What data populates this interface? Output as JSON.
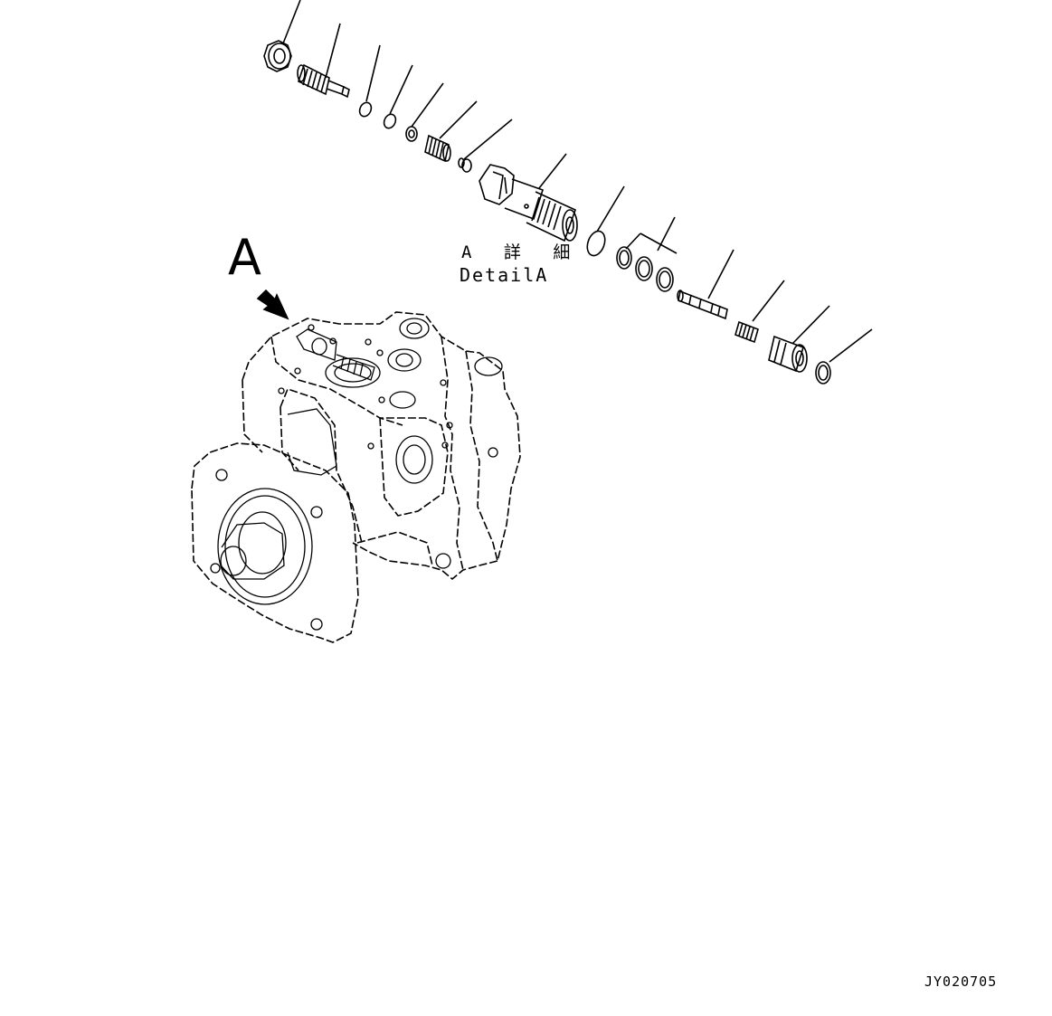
{
  "view_marker": "A",
  "detail_label_jp": "A 詳 細",
  "detail_label_en": "DetailA",
  "figure_code": "JY020705",
  "colors": {
    "line": "#000000",
    "background": "#ffffff"
  },
  "parts": [
    "nut",
    "adjust-screw",
    "o-ring",
    "o-ring",
    "ring",
    "spring",
    "seat",
    "sleeve",
    "o-ring",
    "o-ring-set",
    "spool",
    "spring",
    "plug",
    "o-ring"
  ]
}
